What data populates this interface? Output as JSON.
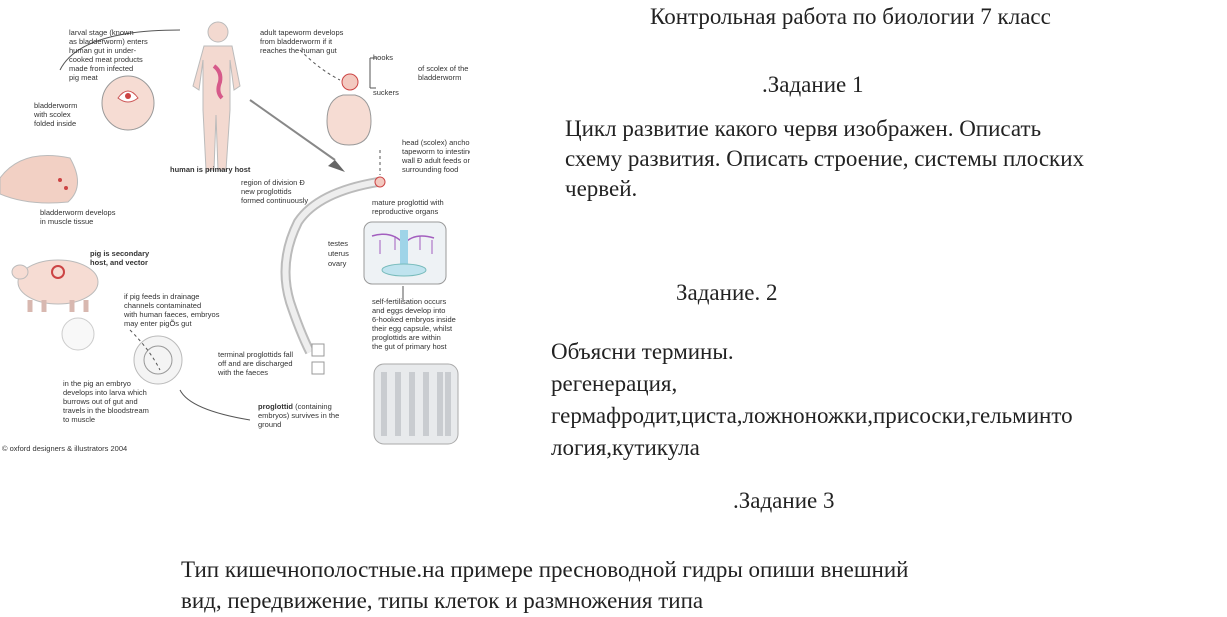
{
  "header": {
    "title": "Контрольная работа по биологии 7 класс"
  },
  "task1": {
    "heading": ".Задание 1",
    "lines": [
      "Цикл развитие какого червя изображен. Описать",
      "схему развития. Описать строение, системы плоских",
      "червей."
    ]
  },
  "task2": {
    "heading": "Задание. 2",
    "lines": [
      "Объясни термины.",
      "регенерация,",
      "гермафродит,циста,ложноножки,присоски,гельминто",
      "логия,кутикула"
    ]
  },
  "task3": {
    "heading": ".Задание 3",
    "lines": [
      "Тип кишечнополостные.на примере пресноводной гидры опиши внешний",
      "вид, передвижение, типы клеток и размножения типа"
    ]
  },
  "diagram": {
    "labels": {
      "larval": [
        "larval stage (known",
        "as bladderworm) enters",
        "human gut in under-",
        "cooked meat products",
        "made from infected",
        "pig meat"
      ],
      "bladderworm_scolex": [
        "bladderworm",
        "with scolex",
        "folded inside"
      ],
      "bladderworm_develops": [
        "bladderworm develops",
        "in muscle tissue"
      ],
      "pig_host": [
        "pig is secondary",
        "host, and vector"
      ],
      "pig_feeds": [
        "if pig feeds in drainage",
        "channels contaminated",
        "with human faeces, embryos",
        "may enter pigÕs gut"
      ],
      "embryo_larva": [
        "in the pig an embryo",
        "develops into larva which",
        "burrows out of gut and",
        "travels in the bloodstream",
        "to muscle"
      ],
      "copyright": "© oxford designers & illustrators 2004",
      "human_host": "human is primary host",
      "adult_develops": [
        "adult tapeworm develops",
        "from bladderworm if it",
        "reaches the human gut"
      ],
      "hooks": "hooks",
      "suckers": "suckers",
      "of_scolex": [
        "of scolex of the",
        "bladderworm"
      ],
      "head_scolex": [
        "head (scolex) anchors",
        "tapeworm to intestine",
        "wall Ð adult feeds on",
        "surrounding food"
      ],
      "region_division": [
        "region of division Ð",
        "new proglottids",
        "formed continuously"
      ],
      "mature_proglottid": [
        "mature proglottid with",
        "reproductive organs"
      ],
      "testes": "testes",
      "uterus": "uterus",
      "ovary": "ovary",
      "self_fert": [
        "self-fertilisation occurs",
        "and eggs develop into",
        "6-hooked embryos inside",
        "their egg capsule, whilst",
        "proglottids are within",
        "the gut of primary host"
      ],
      "terminal": [
        "terminal proglottids fall",
        "off and are discharged",
        "with the faeces"
      ],
      "proglottid_bold": "proglottid",
      "proglottid_rest": " (containing",
      "proglottid_more": [
        "embryos) survives in the",
        "ground"
      ]
    }
  }
}
